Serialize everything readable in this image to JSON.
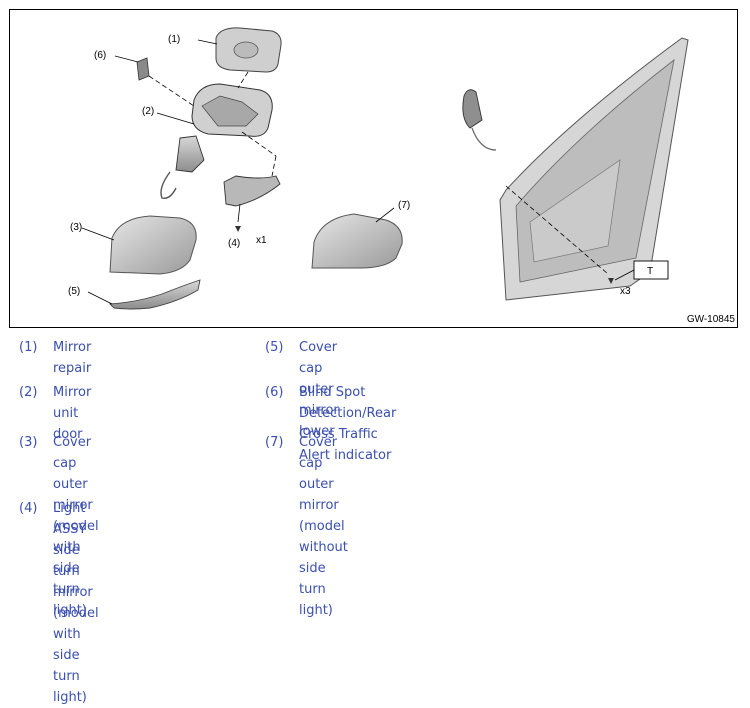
{
  "figure": {
    "id_label": "GW-10845",
    "callouts": [
      "(1)",
      "(2)",
      "(3)",
      "(4)",
      "(5)",
      "(6)",
      "(7)"
    ],
    "quantity_labels": {
      "x1": "x1",
      "x3": "x3"
    },
    "tag_label": "T"
  },
  "legend": {
    "color": "#3a4fb0",
    "items": [
      {
        "num": "(1)",
        "text": "Mirror repair"
      },
      {
        "num": "(2)",
        "text": "Mirror unit door"
      },
      {
        "num": "(3)",
        "text": "Cover cap outer mirror\n(model with side turn light)"
      },
      {
        "num": "(4)",
        "text": "Light ASSY side turn mirror\n(model with side turn light)"
      },
      {
        "num": "(5)",
        "text": "Cover cap outer mirror lower"
      },
      {
        "num": "(6)",
        "text": "Blind Spot Detection/Rear\nCross Traffic Alert indicator"
      },
      {
        "num": "(7)",
        "text": "Cover cap outer mirror\n(model without side turn\nlight)"
      }
    ]
  }
}
